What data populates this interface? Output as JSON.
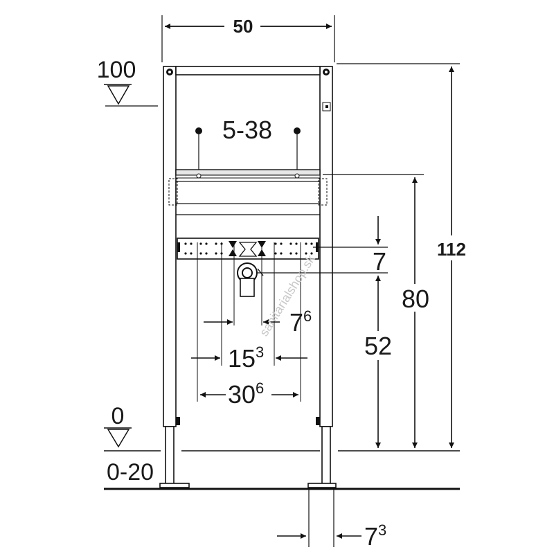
{
  "dimensions": {
    "width_top": "50",
    "height_total": "112",
    "height_mid": "80",
    "height_outlet": "52",
    "gap_small": "7",
    "fixing_range": "5-38",
    "spacing_inner": {
      "base": "7",
      "sup": "6"
    },
    "spacing_mid": {
      "base": "15",
      "sup": "3"
    },
    "spacing_outer": {
      "base": "30",
      "sup": "6"
    },
    "foot_width": {
      "base": "7",
      "sup": "3"
    }
  },
  "levels": {
    "top": "100",
    "floor": "0",
    "adjust_range": "0-20"
  },
  "watermark": "sanitarialshop.sk"
}
